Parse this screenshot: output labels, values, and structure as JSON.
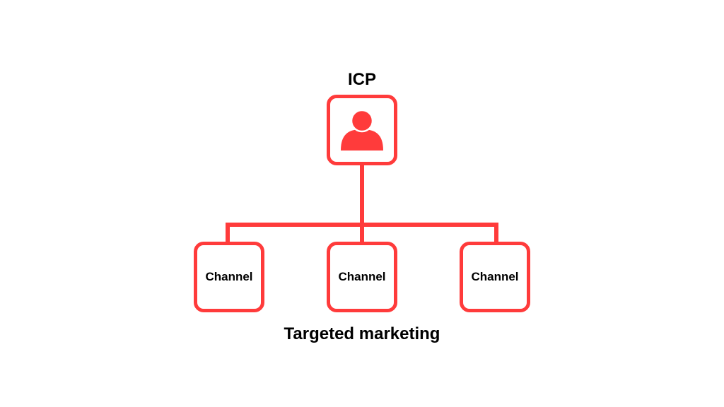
{
  "diagram": {
    "root": {
      "label": "ICP",
      "icon": "person-icon"
    },
    "children": [
      {
        "label": "Channel"
      },
      {
        "label": "Channel"
      },
      {
        "label": "Channel"
      }
    ],
    "caption": "Targeted marketing"
  },
  "colors": {
    "accent": "#ff3b3b",
    "text": "#000000",
    "background": "#ffffff"
  }
}
